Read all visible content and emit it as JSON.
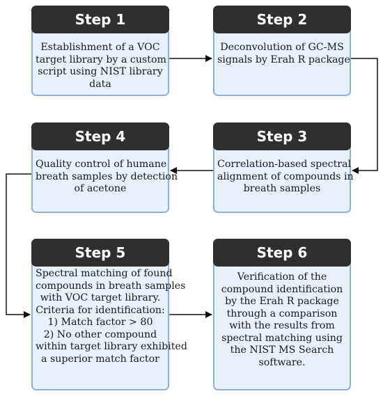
{
  "steps": [
    {
      "id": "step1",
      "title": "Step 1",
      "lines": [
        "Establishment of a  VOC",
        "target library by a custom",
        "script using NIST library",
        "data"
      ]
    },
    {
      "id": "step2",
      "title": "Step 2",
      "lines": [
        "Deconvolution of GC-MS",
        "signals by Erah R package"
      ]
    },
    {
      "id": "step3",
      "title": "Step 3",
      "lines": [
        "Correlation-based spectral",
        "alignment of compounds in",
        "breath samples"
      ]
    },
    {
      "id": "step4",
      "title": "Step 4",
      "lines": [
        "Quality control of humane",
        "breath samples by detection",
        "of acetone"
      ]
    },
    {
      "id": "step5",
      "title": "Step 5",
      "lines": [
        "Spectral matching of found",
        "compounds in breath samples",
        "with VOC target library.",
        "Criteria for identification:",
        "1) Match factor > 80",
        "2) No other compound",
        "within target library exhibited",
        "a superior match factor"
      ]
    },
    {
      "id": "step6",
      "title": "Step 6",
      "lines": [
        "Verification of the",
        "compound identification",
        "by the Erah R package",
        "through a comparison",
        "with the results from",
        "spectral matching using",
        "the NIST MS Search",
        "software."
      ]
    }
  ],
  "colors": {
    "header_bg": "#2f2f2f",
    "header_text": "#ffffff",
    "box_bg": "#e8f0fa",
    "box_border": "#8fb0d2",
    "arrow": "#111111"
  }
}
